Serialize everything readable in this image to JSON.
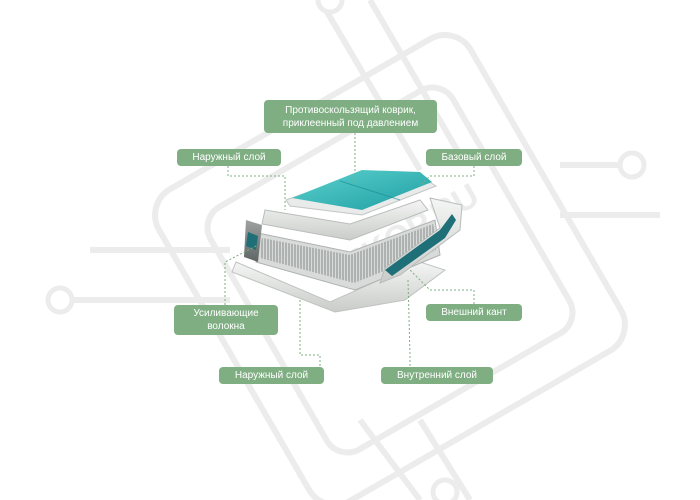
{
  "labels": {
    "anti_slip_pad": "Противоскользящий коврик,\nприклеенный под давлением",
    "outer_layer_top": "Наружный слой",
    "base_layer": "Базовый слой",
    "reinforcing_fibers": "Усиливающие\nволокна",
    "outer_edge": "Внешний кант",
    "outer_layer_bottom": "Наружный слой",
    "inner_layer": "Внутренний слой"
  },
  "colors": {
    "label_bg": "#7fae82",
    "label_text": "#ffffff",
    "deck_pad": "#2fb7b5",
    "edge_band": "#1e6f78",
    "leader_line": "#7fae82",
    "watermark": "#ececec"
  },
  "icons": {
    "watermark": "circuit-board-watermark"
  }
}
